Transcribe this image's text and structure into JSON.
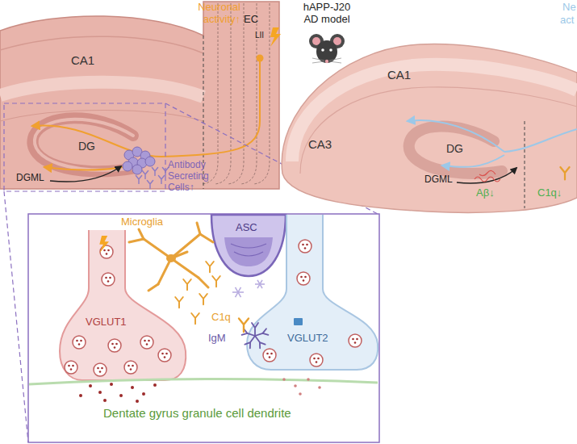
{
  "diagram": {
    "nodes": [
      {
        "text": [
          "VGLUT1"
        ]
      },
      {
        "text": [
          "ASC"
        ]
      },
      {
        "text": [
          "VGLUT2"
        ]
      },
      {
        "text": [
          "Dentate gyrus granule cell dendrite"
        ]
      }
    ],
    "labels": [
      "Neuronal activity↑",
      "EC",
      "LII",
      "hAPP-J20 AD model",
      "CA1",
      "DG",
      "DGML",
      "Antibody Secreting Cells↑",
      "CA1",
      "CA3",
      "DG",
      "DGML",
      "Aβ↓",
      "C1q↓",
      "Ne",
      "act",
      "Microglia",
      "C1q",
      "IgM"
    ]
  }
}
